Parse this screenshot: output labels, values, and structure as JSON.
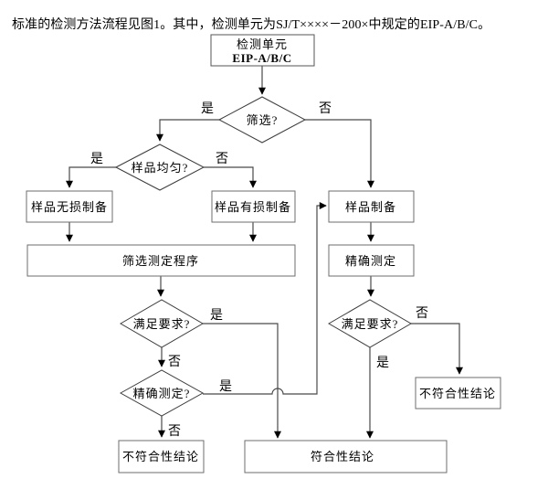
{
  "header": {
    "text": "标准的检测方法流程见图1。其中，检测单元为SJ/T××××－200×中规定的EIP-A/B/C。"
  },
  "flowchart": {
    "nodes": {
      "detection_unit_line1": "检测单元",
      "detection_unit_line2": "EIP-A/B/C",
      "screening_q": "筛选?",
      "sample_uniform_q": "样品均匀?",
      "nondestructive_prep": "样品无损制备",
      "destructive_prep": "样品有损制备",
      "screening_procedure": "筛选测定程序",
      "sample_prep": "样品制备",
      "precise_determination": "精确测定",
      "meets_requirements_left_q": "满足要求?",
      "precise_determination_q": "精确测定?",
      "meets_requirements_right_q": "满足要求?",
      "nonconformity_left": "不符合性结论",
      "nonconformity_right": "不符合性结论",
      "conformity": "符合性结论"
    },
    "branch_labels": {
      "yes": "是",
      "no": "否"
    },
    "colors": {
      "background": "#ffffff",
      "line": "#4a4a4a",
      "box_border": "#6e6e6e",
      "arrowhead": "#000000",
      "text": "#000000"
    }
  }
}
